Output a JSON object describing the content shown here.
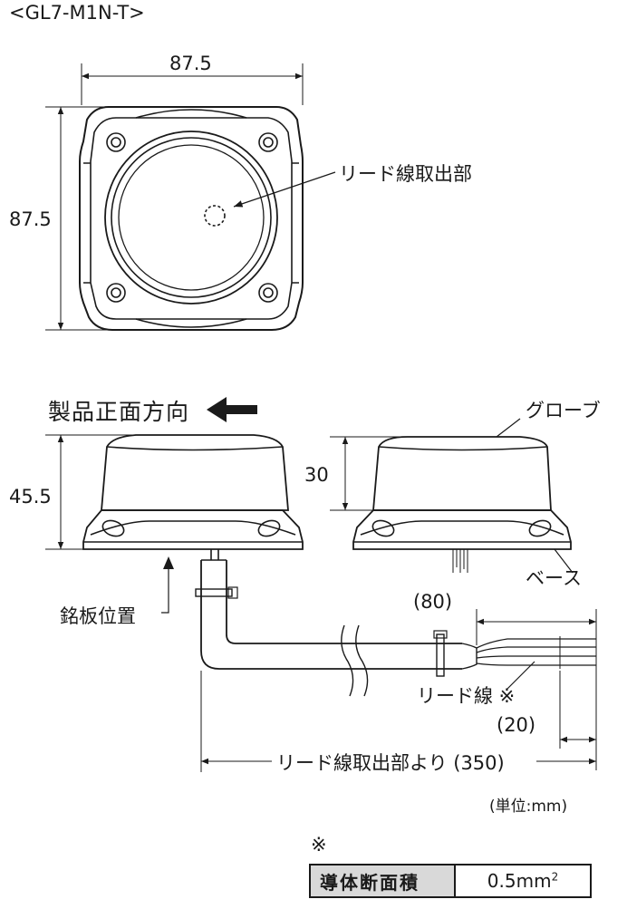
{
  "model_label": "<GL7-M1N-T>",
  "top_view": {
    "width_dim": "87.5",
    "height_dim": "87.5",
    "lead_outlet_label": "リード線取出部"
  },
  "side_view": {
    "front_direction_label": "製品正面方向",
    "height_dim": "45.5",
    "globe_height_dim": "30",
    "globe_label": "グローブ",
    "base_label": "ベース",
    "nameplate_label": "銘板位置",
    "lead_length_dim": "(80)",
    "lead_wire_label": "リード線 ※",
    "strip_length_dim": "(20)",
    "cable_length_label": "リード線取出部より (350)"
  },
  "unit_label": "(単位:mm)",
  "note": {
    "mark": "※",
    "spec_label": "導体断面積",
    "spec_value": "0.5mm",
    "spec_value_sup": "2"
  }
}
